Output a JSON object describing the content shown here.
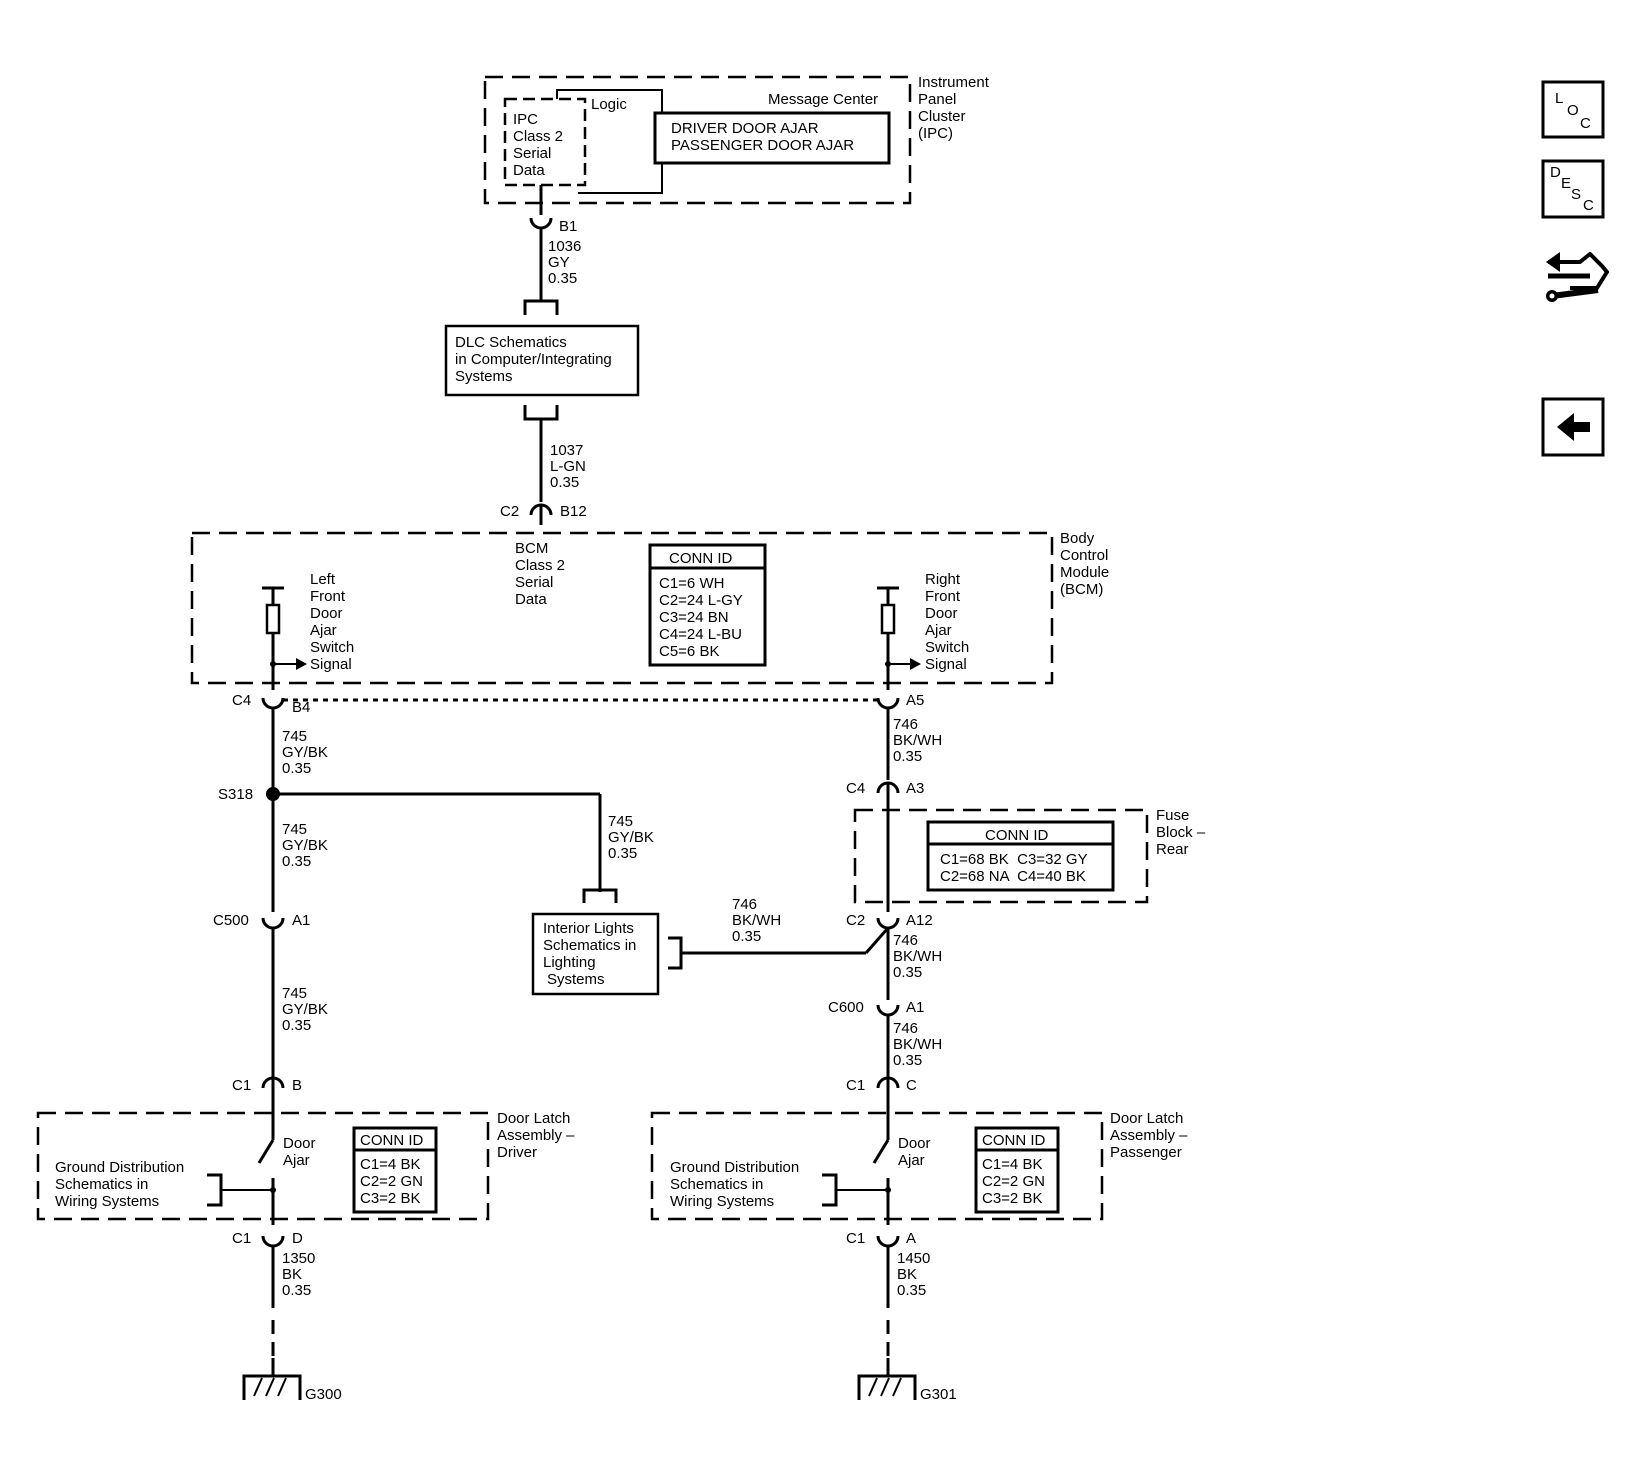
{
  "ipc": {
    "name": [
      "Instrument",
      "Panel",
      "Cluster",
      "(IPC)"
    ],
    "logic": "Logic",
    "serial": [
      "IPC",
      "Class 2",
      "Serial",
      "Data"
    ],
    "message_center": "Message Center",
    "messages": [
      "DRIVER DOOR AJAR",
      "PASSENGER DOOR AJAR"
    ],
    "pin": "B1"
  },
  "wire_top": [
    "1036",
    "GY",
    "0.35"
  ],
  "dlc": [
    "DLC Schematics",
    "in Computer/Integrating",
    "Systems"
  ],
  "wire_1037": [
    "1037",
    "L-GN",
    "0.35"
  ],
  "bcm_conn": {
    "left": "C2",
    "right": "B12"
  },
  "bcm": {
    "name": [
      "Body",
      "Control",
      "Module",
      "(BCM)"
    ],
    "serial": [
      "BCM",
      "Class 2",
      "Serial",
      "Data"
    ],
    "conn_title": "CONN ID",
    "conn": [
      "C1=6 WH",
      "C2=24 L-GY",
      "C3=24 BN",
      "C4=24 L-BU",
      "C5=6 BK"
    ],
    "left_signal": [
      "Left",
      "Front",
      "Door",
      "Ajar",
      "Switch",
      "Signal"
    ],
    "right_signal": [
      "Right",
      "Front",
      "Door",
      "Ajar",
      "Switch",
      "Signal"
    ]
  },
  "left": {
    "bcm_conn": "C4",
    "bcm_pin": "B4",
    "wire1": [
      "745",
      "GY/BK",
      "0.35"
    ],
    "splice": "S318",
    "wire2": [
      "745",
      "GY/BK",
      "0.35"
    ],
    "c500": "C500",
    "c500_pin": "A1",
    "wire3": [
      "745",
      "GY/BK",
      "0.35"
    ],
    "latch_conn": "C1",
    "latch_pin": "B",
    "ground_conn": "C1",
    "ground_pin": "D",
    "wire_gnd": [
      "1350",
      "BK",
      "0.35"
    ],
    "ground": "G300"
  },
  "branch_wire": [
    "745",
    "GY/BK",
    "0.35"
  ],
  "interior": [
    "Interior Lights",
    "Schematics in",
    "Lighting",
    "Systems"
  ],
  "interior_wire": [
    "746",
    "BK/WH",
    "0.35"
  ],
  "right": {
    "bcm_pin": "A5",
    "wire1": [
      "746",
      "BK/WH",
      "0.35"
    ],
    "fuse_conn": "C4",
    "fuse_pin": "A3",
    "fuse_out_conn": "C2",
    "fuse_out_pin": "A12",
    "wire2": [
      "746",
      "BK/WH",
      "0.35"
    ],
    "c600": "C600",
    "c600_pin": "A1",
    "wire3": [
      "746",
      "BK/WH",
      "0.35"
    ],
    "latch_conn": "C1",
    "latch_pin": "C",
    "ground_conn": "C1",
    "ground_pin": "A",
    "wire_gnd": [
      "1450",
      "BK",
      "0.35"
    ],
    "ground": "G301"
  },
  "fuse_block": {
    "name": [
      "Fuse",
      "Block –",
      "Rear"
    ],
    "conn_title": "CONN ID",
    "row1": "C1=68 BK  C3=32 GY",
    "row2": "C2=68 NA  C4=40 BK"
  },
  "latch_driver": {
    "name": [
      "Door Latch",
      "Assembly –",
      "Driver"
    ],
    "switch": [
      "Door",
      "Ajar"
    ],
    "ground_ref": [
      "Ground Distribution",
      "Schematics in",
      "Wiring Systems"
    ],
    "conn_title": "CONN ID",
    "conn": [
      "C1=4 BK",
      "C2=2 GN",
      "C3=2 BK"
    ]
  },
  "latch_passenger": {
    "name": [
      "Door Latch",
      "Assembly –",
      "Passenger"
    ],
    "switch": [
      "Door",
      "Ajar"
    ],
    "ground_ref": [
      "Ground Distribution",
      "Schematics in",
      "Wiring Systems"
    ],
    "conn_title": "CONN ID",
    "conn": [
      "C1=4 BK",
      "C2=2 GN",
      "C3=2 BK"
    ]
  },
  "nav": {
    "loc": [
      "L",
      "O",
      "C"
    ],
    "desc": [
      "D",
      "E",
      "S",
      "C"
    ],
    "hand_icon": "pointing-hand-wrench-icon",
    "back_icon": "back-arrow-icon"
  }
}
